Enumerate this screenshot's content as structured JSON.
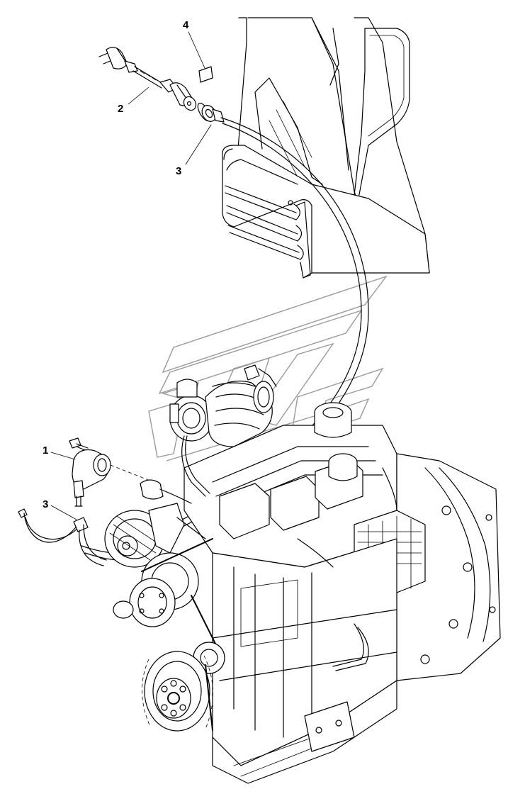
{
  "diagram": {
    "callouts": [
      {
        "id": "c4",
        "label": "4"
      },
      {
        "id": "c2",
        "label": "2"
      },
      {
        "id": "c3a",
        "label": "3"
      },
      {
        "id": "c1",
        "label": "1"
      },
      {
        "id": "c3b",
        "label": "3"
      }
    ],
    "parts": [
      {
        "id": "part-1",
        "icon": "sensor-icon"
      },
      {
        "id": "part-2",
        "icon": "cable-plug-icon"
      },
      {
        "id": "part-3",
        "icon": "wiring-harness-icon"
      },
      {
        "id": "part-4",
        "icon": "decal-icon"
      }
    ],
    "watermark_icon": "brand-watermark-icon"
  }
}
